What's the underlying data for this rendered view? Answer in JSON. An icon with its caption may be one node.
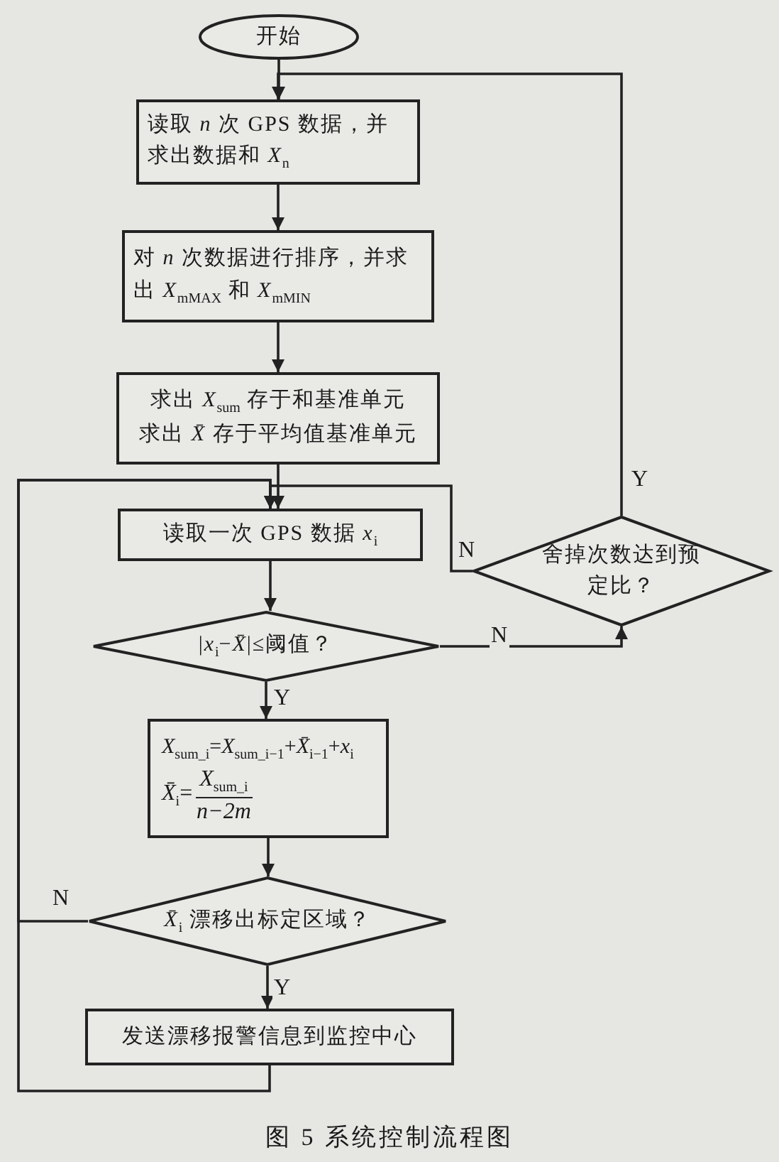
{
  "diagram": {
    "caption": "图 5 系统控制流程图",
    "nodes": [
      {
        "text": [
          "开始"
        ]
      },
      {
        "text": [
          "读取 *n* 次 GPS 数据，并求出数据和 *X*$_{n}$"
        ]
      },
      {
        "text": [
          "对 *n* 次数据进行排序，并求出 *X*$_{mMAX}$ 和 *X*$_{mMIN}$"
        ]
      },
      {
        "text": [
          "求出 *X*$_{sum}$ 存于和基准单元",
          "求出 *X̄* 存于平均值基准单元"
        ]
      },
      {
        "text": [
          "读取一次 GPS 数据 *x*$_{i}$"
        ]
      },
      {
        "text": [
          "|*x*$_{i}$−*X̄*|≤阈值？"
        ]
      },
      {
        "text": [
          "舍掉次数达到预定比？"
        ]
      },
      {
        "text": [
          "*X*$_{sum_i}$=*X*$_{sum_i−1}$+*X̄*$_{i−1}$+*x*$_{i}$",
          "*X̄*$_{i}$=",
          "*X*$_{sum_i}$",
          "n−2m"
        ]
      },
      {
        "text": [
          "*X̄*$_{i}$ 漂移出标定区域？"
        ]
      },
      {
        "text": [
          "发送漂移报警信息到监控中心"
        ]
      }
    ],
    "edges": [
      {
        "from": 0,
        "to": 1,
        "arrow": "to"
      },
      {
        "from": 1,
        "to": 2,
        "arrow": "to"
      },
      {
        "from": 2,
        "to": 3,
        "arrow": "to"
      },
      {
        "from": 3,
        "to": 4,
        "arrow": "to"
      },
      {
        "from": 4,
        "to": 5,
        "arrow": "to"
      },
      {
        "from": 5,
        "to": 7,
        "arrow": "to",
        "label": "Y"
      },
      {
        "from": 5,
        "to": 6,
        "arrow": "to",
        "label": "N"
      },
      {
        "from": 6,
        "to": 4,
        "arrow": "to",
        "label": "N"
      },
      {
        "from": 6,
        "to": 1,
        "arrow": "to",
        "label": "Y"
      },
      {
        "from": 7,
        "to": 8,
        "arrow": "to"
      },
      {
        "from": 8,
        "to": 4,
        "arrow": "to",
        "label": "N"
      },
      {
        "from": 8,
        "to": 9,
        "arrow": "to",
        "label": "Y"
      },
      {
        "from": 9,
        "to": 4,
        "arrow": "to"
      }
    ]
  }
}
